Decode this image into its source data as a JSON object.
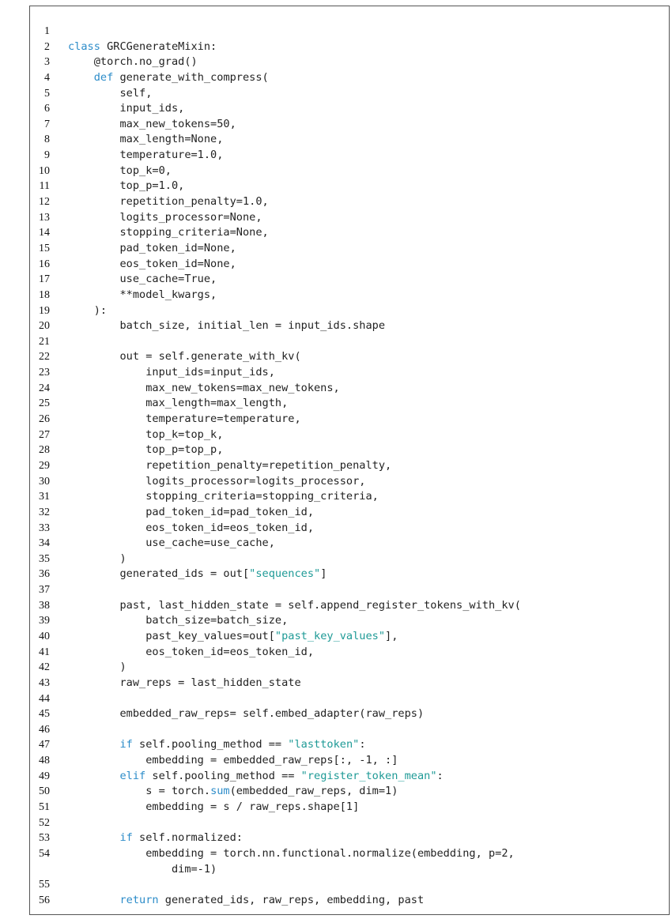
{
  "colors": {
    "keyword": "#2c8cc9",
    "string": "#1e9a96",
    "text": "#222222",
    "border": "#555555"
  },
  "lines": [
    {
      "n": "1",
      "segs": []
    },
    {
      "n": "2",
      "segs": [
        {
          "t": "class",
          "c": "kw"
        },
        {
          "t": " GRCGenerateMixin:"
        }
      ]
    },
    {
      "n": "3",
      "segs": [
        {
          "t": "    @torch.no_grad()"
        }
      ]
    },
    {
      "n": "4",
      "segs": [
        {
          "t": "    "
        },
        {
          "t": "def",
          "c": "kw"
        },
        {
          "t": " generate_with_compress("
        }
      ]
    },
    {
      "n": "5",
      "segs": [
        {
          "t": "        self,"
        }
      ]
    },
    {
      "n": "6",
      "segs": [
        {
          "t": "        input_ids,"
        }
      ]
    },
    {
      "n": "7",
      "segs": [
        {
          "t": "        max_new_tokens=50,"
        }
      ]
    },
    {
      "n": "8",
      "segs": [
        {
          "t": "        max_length=None,"
        }
      ]
    },
    {
      "n": "9",
      "segs": [
        {
          "t": "        temperature=1.0,"
        }
      ]
    },
    {
      "n": "10",
      "segs": [
        {
          "t": "        top_k=0,"
        }
      ]
    },
    {
      "n": "11",
      "segs": [
        {
          "t": "        top_p=1.0,"
        }
      ]
    },
    {
      "n": "12",
      "segs": [
        {
          "t": "        repetition_penalty=1.0,"
        }
      ]
    },
    {
      "n": "13",
      "segs": [
        {
          "t": "        logits_processor=None,"
        }
      ]
    },
    {
      "n": "14",
      "segs": [
        {
          "t": "        stopping_criteria=None,"
        }
      ]
    },
    {
      "n": "15",
      "segs": [
        {
          "t": "        pad_token_id=None,"
        }
      ]
    },
    {
      "n": "16",
      "segs": [
        {
          "t": "        eos_token_id=None,"
        }
      ]
    },
    {
      "n": "17",
      "segs": [
        {
          "t": "        use_cache=True,"
        }
      ]
    },
    {
      "n": "18",
      "segs": [
        {
          "t": "        **model_kwargs,"
        }
      ]
    },
    {
      "n": "19",
      "segs": [
        {
          "t": "    ):"
        }
      ]
    },
    {
      "n": "20",
      "segs": [
        {
          "t": "        batch_size, initial_len = input_ids.shape"
        }
      ]
    },
    {
      "n": "21",
      "segs": []
    },
    {
      "n": "22",
      "segs": [
        {
          "t": "        out = self.generate_with_kv("
        }
      ]
    },
    {
      "n": "23",
      "segs": [
        {
          "t": "            input_ids=input_ids,"
        }
      ]
    },
    {
      "n": "24",
      "segs": [
        {
          "t": "            max_new_tokens=max_new_tokens,"
        }
      ]
    },
    {
      "n": "25",
      "segs": [
        {
          "t": "            max_length=max_length,"
        }
      ]
    },
    {
      "n": "26",
      "segs": [
        {
          "t": "            temperature=temperature,"
        }
      ]
    },
    {
      "n": "27",
      "segs": [
        {
          "t": "            top_k=top_k,"
        }
      ]
    },
    {
      "n": "28",
      "segs": [
        {
          "t": "            top_p=top_p,"
        }
      ]
    },
    {
      "n": "29",
      "segs": [
        {
          "t": "            repetition_penalty=repetition_penalty,"
        }
      ]
    },
    {
      "n": "30",
      "segs": [
        {
          "t": "            logits_processor=logits_processor,"
        }
      ]
    },
    {
      "n": "31",
      "segs": [
        {
          "t": "            stopping_criteria=stopping_criteria,"
        }
      ]
    },
    {
      "n": "32",
      "segs": [
        {
          "t": "            pad_token_id=pad_token_id,"
        }
      ]
    },
    {
      "n": "33",
      "segs": [
        {
          "t": "            eos_token_id=eos_token_id,"
        }
      ]
    },
    {
      "n": "34",
      "segs": [
        {
          "t": "            use_cache=use_cache,"
        }
      ]
    },
    {
      "n": "35",
      "segs": [
        {
          "t": "        )"
        }
      ]
    },
    {
      "n": "36",
      "segs": [
        {
          "t": "        generated_ids = out["
        },
        {
          "t": "\"sequences\"",
          "c": "st"
        },
        {
          "t": "]"
        }
      ]
    },
    {
      "n": "37",
      "segs": []
    },
    {
      "n": "38",
      "segs": [
        {
          "t": "        past, last_hidden_state = self.append_register_tokens_with_kv("
        }
      ]
    },
    {
      "n": "39",
      "segs": [
        {
          "t": "            batch_size=batch_size,"
        }
      ]
    },
    {
      "n": "40",
      "segs": [
        {
          "t": "            past_key_values=out["
        },
        {
          "t": "\"past_key_values\"",
          "c": "st"
        },
        {
          "t": "],"
        }
      ]
    },
    {
      "n": "41",
      "segs": [
        {
          "t": "            eos_token_id=eos_token_id,"
        }
      ]
    },
    {
      "n": "42",
      "segs": [
        {
          "t": "        )"
        }
      ]
    },
    {
      "n": "43",
      "segs": [
        {
          "t": "        raw_reps = last_hidden_state"
        }
      ]
    },
    {
      "n": "44",
      "segs": []
    },
    {
      "n": "45",
      "segs": [
        {
          "t": "        embedded_raw_reps= self.embed_adapter(raw_reps)"
        }
      ]
    },
    {
      "n": "46",
      "segs": []
    },
    {
      "n": "47",
      "segs": [
        {
          "t": "        "
        },
        {
          "t": "if",
          "c": "kw"
        },
        {
          "t": " self.pooling_method == "
        },
        {
          "t": "\"lasttoken\"",
          "c": "st"
        },
        {
          "t": ":"
        }
      ]
    },
    {
      "n": "48",
      "segs": [
        {
          "t": "            embedding = embedded_raw_reps[:, -1, :]"
        }
      ]
    },
    {
      "n": "49",
      "segs": [
        {
          "t": "        "
        },
        {
          "t": "elif",
          "c": "kw"
        },
        {
          "t": " self.pooling_method == "
        },
        {
          "t": "\"register_token_mean\"",
          "c": "st"
        },
        {
          "t": ":"
        }
      ]
    },
    {
      "n": "50",
      "segs": [
        {
          "t": "            s = torch."
        },
        {
          "t": "sum",
          "c": "fn"
        },
        {
          "t": "(embedded_raw_reps, dim=1)"
        }
      ]
    },
    {
      "n": "51",
      "segs": [
        {
          "t": "            embedding = s / raw_reps.shape[1]"
        }
      ]
    },
    {
      "n": "52",
      "segs": []
    },
    {
      "n": "53",
      "segs": [
        {
          "t": "        "
        },
        {
          "t": "if",
          "c": "kw"
        },
        {
          "t": " self.normalized:"
        }
      ]
    },
    {
      "n": "54",
      "tall": true,
      "segs": [
        {
          "t": "            embedding = torch.nn.functional.normalize(embedding, p=2,\n                dim=-1)"
        }
      ]
    },
    {
      "n": "55",
      "segs": []
    },
    {
      "n": "56",
      "segs": [
        {
          "t": "        "
        },
        {
          "t": "return",
          "c": "kw"
        },
        {
          "t": " generated_ids, raw_reps, embedding, past"
        }
      ]
    }
  ]
}
